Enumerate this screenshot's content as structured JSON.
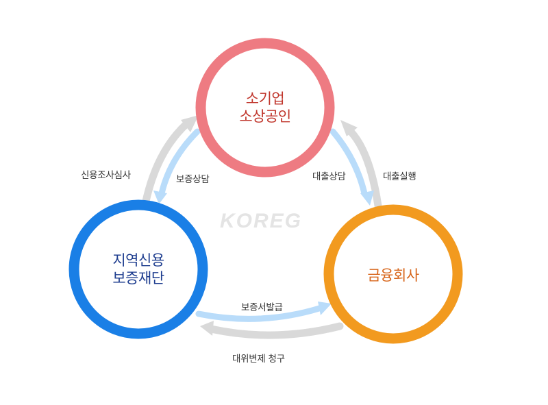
{
  "nodes": {
    "small_business": {
      "line1": "소기업",
      "line2": "소상공인",
      "ring_color": "#ee7b82",
      "text_color": "#c0362c"
    },
    "credit_foundation": {
      "line1": "지역신용",
      "line2": "보증재단",
      "ring_color": "#1a7fe6",
      "text_color": "#1e3d8f"
    },
    "financial_company": {
      "line1": "금융회사",
      "ring_color": "#f29a1f",
      "text_color": "#d7651a"
    }
  },
  "edges": {
    "credit_review": "신용조사심사",
    "guarantee_consult": "보증상담",
    "loan_consult": "대출상담",
    "loan_execution": "대출실행",
    "guarantee_issue": "보증서발급",
    "subrogation_claim": "대위변제 청구"
  },
  "watermark": "KOREG",
  "colors": {
    "inner_arrow": "#b9dcfa",
    "outer_arrow": "#d9d9d9",
    "watermark": "#e4e4e4"
  }
}
